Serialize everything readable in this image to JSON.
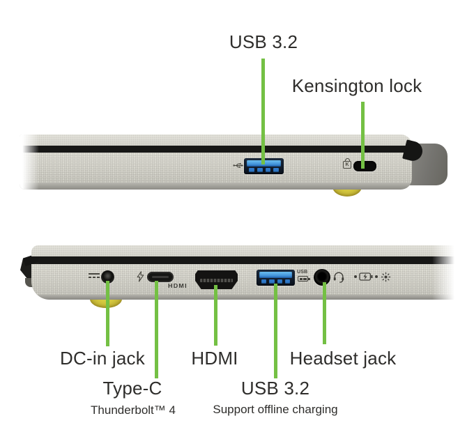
{
  "colors": {
    "accent_green": "#74c044",
    "usb_port_blue": "#2e78c8",
    "rubber_foot_yellow": "#d3c63e",
    "chassis_gray": "#d2d1c9",
    "label_text": "#2e2d2b"
  },
  "top_view": {
    "kensington_marking": "K",
    "callouts": [
      {
        "id": "usb-3-2",
        "label": "USB 3.2"
      },
      {
        "id": "kensington-lock",
        "label": "Kensington lock"
      }
    ]
  },
  "bottom_view": {
    "port_markings": {
      "hdmi_logo": "HDMI",
      "usb_charging_label": "USB"
    },
    "callouts": [
      {
        "id": "dc-in-jack",
        "label": "DC-in jack"
      },
      {
        "id": "type-c",
        "label": "Type-C",
        "sublabel": "Thunderbolt™ 4"
      },
      {
        "id": "hdmi",
        "label": "HDMI"
      },
      {
        "id": "usb-3-2",
        "label": "USB 3.2",
        "sublabel": "Support offline charging"
      },
      {
        "id": "headset-jack",
        "label": "Headset jack"
      }
    ]
  }
}
